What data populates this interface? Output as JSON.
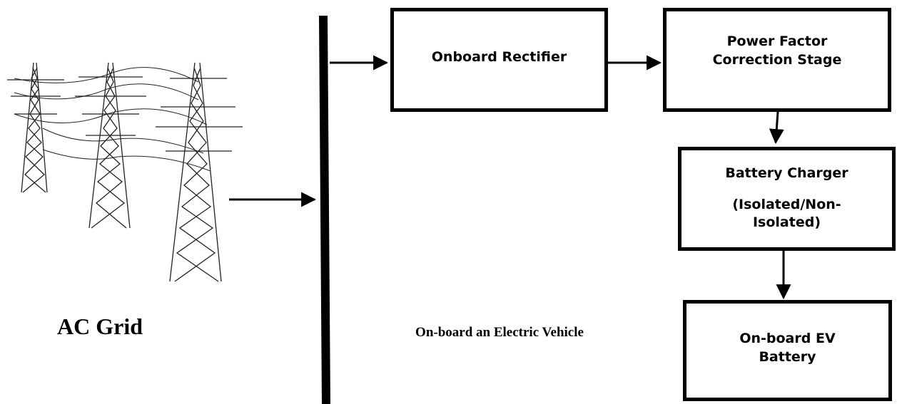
{
  "grid_label": "AC Grid",
  "vehicle_label": "On-board an Electric Vehicle",
  "blocks": {
    "rectifier": "Onboard Rectifier",
    "pfc": "Power Factor Correction Stage",
    "charger_title": "Battery Charger",
    "charger_type": "(Isolated/Non-Isolated)",
    "battery": "On-board EV Battery"
  },
  "icons": {
    "grid": "transmission-towers-icon"
  }
}
